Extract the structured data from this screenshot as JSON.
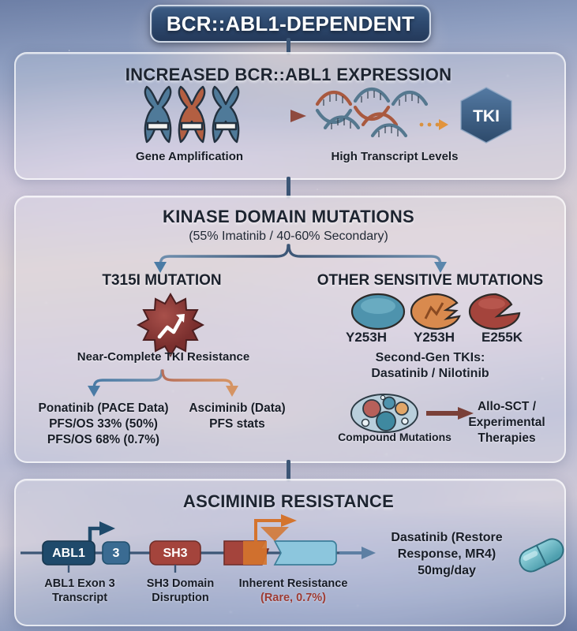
{
  "title": {
    "text": "BCR::ABL1-DEPENDENT",
    "banner_bg": "#2e4a70",
    "banner_border": "#cfd8e6"
  },
  "panels": {
    "expression": {
      "heading": "INCREASED BCR::ABL1 EXPRESSION",
      "gene_amplification_caption": "Gene Amplification",
      "transcript_caption": "High Transcript Levels",
      "tki_label": "TKI",
      "chromosome_colors": [
        "#4f7a99",
        "#b35f42",
        "#4f7a99"
      ],
      "tki_hex_color": "#3c5f86"
    },
    "kinase": {
      "heading": "KINASE DOMAIN MUTATIONS",
      "subheading": "(55% Imatinib / 40-60% Secondary)",
      "left_column": {
        "heading": "T315I MUTATION",
        "icon": "starburst-icon",
        "icon_color": "#8e3a38",
        "caption": "Near-Complete TKI Resistance",
        "stats": [
          {
            "name": "ponatinib",
            "lines": [
              "Ponatinib (PACE Data)",
              "PFS/OS 33% (50%)",
              "PFS/OS 68% (0.7%)"
            ]
          },
          {
            "name": "asciminib",
            "lines": [
              "Asciminib (Data)",
              "PFS stats"
            ]
          }
        ]
      },
      "right_column": {
        "heading": "OTHER SENSITIVE MUTATIONS",
        "mutations": [
          {
            "label": "Y253H",
            "color": "#4e93ad"
          },
          {
            "label": "Y253H",
            "color": "#d98a4e"
          },
          {
            "label": "E255K",
            "color": "#a4443c"
          }
        ],
        "second_gen_line1": "Second-Gen TKIs:",
        "second_gen_line2": "Dasatinib / Nilotinib",
        "compound_caption": "Compound Mutations",
        "allo_lines": [
          "Allo-SCT /",
          "Experimental",
          "Therapies"
        ]
      }
    },
    "asciminib": {
      "heading": "ASCIMINIB RESISTANCE",
      "gene_track": [
        {
          "label": "ABL1",
          "color": "#1f4a6b"
        },
        {
          "label": "3",
          "color": "#3a6b92"
        },
        {
          "label": "SH3",
          "color": "#a4443c"
        }
      ],
      "captions": [
        {
          "line1": "ABL1 Exon 3",
          "line2": "Transcript"
        },
        {
          "line1": "SH3 Domain",
          "line2": "Disruption"
        },
        {
          "line1": "Inherent Resistance",
          "line2": "(Rare, 0.7%)"
        }
      ],
      "outcome_lines": [
        "Dasatinib (Restore",
        "Response, MR4)",
        "50mg/day"
      ],
      "pill_color": "#72c0cc"
    }
  }
}
